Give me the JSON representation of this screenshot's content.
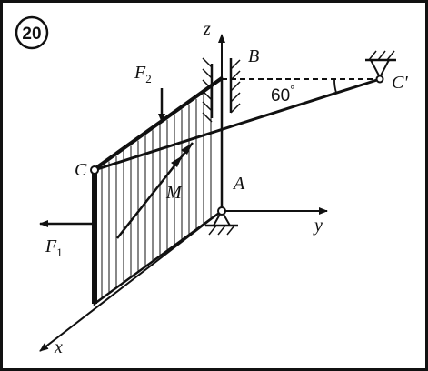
{
  "problem": {
    "number": "20"
  },
  "points": {
    "A": "A",
    "B": "B",
    "C": "C",
    "C_prime": "C'"
  },
  "axes": {
    "x": "x",
    "y": "y",
    "z": "z"
  },
  "forces": {
    "F1": {
      "letter": "F",
      "sub": "1"
    },
    "F2": {
      "letter": "F",
      "sub": "2"
    }
  },
  "moment": {
    "label": "M"
  },
  "angle": {
    "value": "60",
    "unit": "°"
  },
  "colors": {
    "ink": "#111111",
    "background": "#ffffff"
  }
}
